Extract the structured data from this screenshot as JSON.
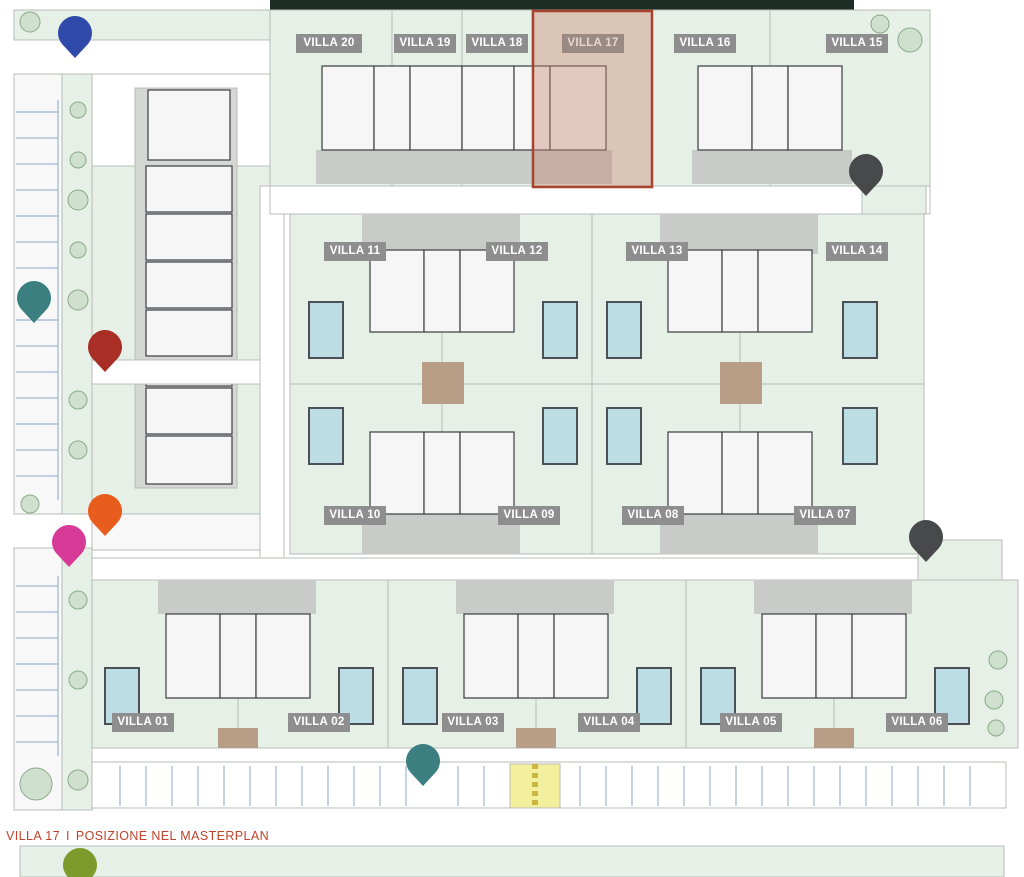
{
  "masterplan": {
    "selected_villa": "VILLA 17",
    "highlight_color": "#a8442e",
    "colors": {
      "lawn": "#e6f0e6",
      "road": "#ffffff",
      "road_edge": "#b8bdb8",
      "paving": "#c9cbc9",
      "pool_water": "#bcdde3",
      "pool_edge": "#4a5056",
      "building_fill": "#f5f6f5",
      "building_edge": "#3a3d40",
      "label_bg": "#8e8e8e",
      "label_text": "#ffffff"
    },
    "villas": [
      {
        "id": "villa-20",
        "label": "VILLA 20"
      },
      {
        "id": "villa-19",
        "label": "VILLA 19"
      },
      {
        "id": "villa-18",
        "label": "VILLA 18"
      },
      {
        "id": "villa-17",
        "label": "VILLA 17",
        "selected": true
      },
      {
        "id": "villa-16",
        "label": "VILLA 16"
      },
      {
        "id": "villa-15",
        "label": "VILLA 15"
      },
      {
        "id": "villa-11",
        "label": "VILLA 11"
      },
      {
        "id": "villa-12",
        "label": "VILLA 12"
      },
      {
        "id": "villa-13",
        "label": "VILLA 13"
      },
      {
        "id": "villa-14",
        "label": "VILLA 14"
      },
      {
        "id": "villa-10",
        "label": "VILLA 10"
      },
      {
        "id": "villa-09",
        "label": "VILLA 09"
      },
      {
        "id": "villa-08",
        "label": "VILLA 08"
      },
      {
        "id": "villa-07",
        "label": "VILLA 07"
      },
      {
        "id": "villa-01",
        "label": "VILLA 01"
      },
      {
        "id": "villa-02",
        "label": "VILLA 02"
      },
      {
        "id": "villa-03",
        "label": "VILLA 03"
      },
      {
        "id": "villa-04",
        "label": "VILLA 04"
      },
      {
        "id": "villa-05",
        "label": "VILLA 05"
      },
      {
        "id": "villa-06",
        "label": "VILLA 06"
      }
    ],
    "markers": [
      {
        "id": "marker-blue",
        "color": "#2f4aa8"
      },
      {
        "id": "marker-teal-west",
        "color": "#3b7f80"
      },
      {
        "id": "marker-red",
        "color": "#a82e26"
      },
      {
        "id": "marker-orange",
        "color": "#e85d1e"
      },
      {
        "id": "marker-magenta",
        "color": "#d83a98"
      },
      {
        "id": "marker-teal-south",
        "color": "#3b7f80"
      },
      {
        "id": "marker-olive",
        "color": "#7d9a2c"
      },
      {
        "id": "marker-grey-north",
        "color": "#48494b"
      },
      {
        "id": "marker-grey-east",
        "color": "#48494b"
      }
    ]
  },
  "caption": {
    "villa": "VILLA 17",
    "separator": "I",
    "text": "POSIZIONE NEL MASTERPLAN"
  }
}
